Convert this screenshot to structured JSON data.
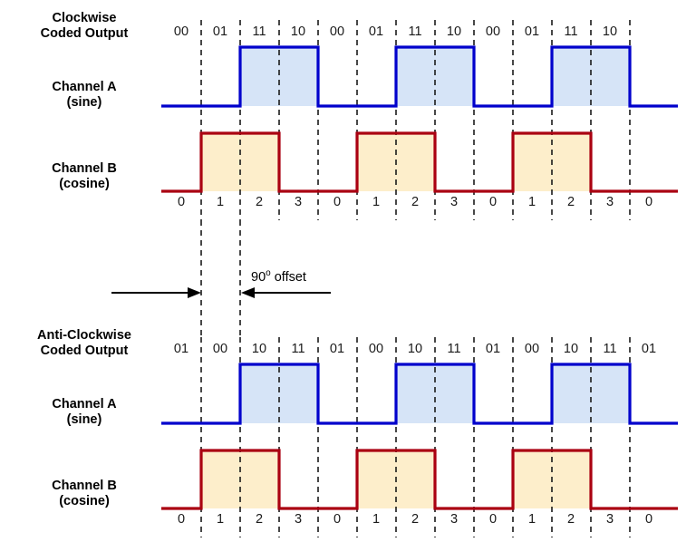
{
  "figure": {
    "title_hidden": "",
    "colors": {
      "channel_a_stroke": "#0000cc",
      "channel_a_fill": "#d6e4f7",
      "channel_b_stroke": "#aa0011",
      "channel_b_fill": "#fdeecb",
      "gridline": "#1a1a1a",
      "text": "#000000",
      "background": "#ffffff"
    }
  },
  "top_section": {
    "heading_line1": "Clockwise",
    "heading_line2": "Coded Output",
    "channel_a_line1": "Channel A",
    "channel_a_line2": "(sine)",
    "channel_b_line1": "Channel B",
    "channel_b_line2": "(cosine)",
    "codes": [
      "00",
      "01",
      "11",
      "10",
      "00",
      "01",
      "11",
      "10",
      "00",
      "01",
      "11",
      "10"
    ],
    "ticks": [
      "0",
      "1",
      "2",
      "3",
      "0",
      "1",
      "2",
      "3",
      "0",
      "1",
      "2",
      "3",
      "0"
    ]
  },
  "annotation": {
    "offset_value": "90",
    "offset_degree": "o",
    "offset_text": " offset",
    "left_arrow_name": "right-pointing-arrow",
    "right_arrow_name": "left-pointing-arrow"
  },
  "bottom_section": {
    "heading_line1": "Anti-Clockwise",
    "heading_line2": "Coded Output",
    "channel_a_line1": "Channel A",
    "channel_a_line2": "(sine)",
    "channel_b_line1": "Channel B",
    "channel_b_line2": "(cosine)",
    "codes": [
      "01",
      "00",
      "10",
      "11",
      "01",
      "00",
      "10",
      "11",
      "01",
      "00",
      "10",
      "11",
      "01"
    ],
    "ticks": [
      "0",
      "1",
      "2",
      "3",
      "0",
      "1",
      "2",
      "3",
      "0",
      "1",
      "2",
      "3",
      "0"
    ]
  },
  "chart_data": {
    "type": "line",
    "title": "Quadrature encoder Channel A / Channel B timing diagram",
    "xlabel": "",
    "ylabel": "",
    "grid": true,
    "legend_position": "left-row-labels",
    "gridline_x_positions": [
      222,
      265,
      308,
      351,
      394,
      437,
      480,
      523,
      566,
      609,
      652,
      695
    ],
    "trace_start_x": 178,
    "trace_end_x": 748,
    "quarter_width": 43,
    "panels": [
      {
        "name": "Clockwise",
        "code_sequence": [
          "00",
          "01",
          "11",
          "10"
        ],
        "quarter_labels": [
          "0",
          "1",
          "2",
          "3"
        ],
        "series": [
          {
            "name": "Channel A (sine)",
            "color": "#0000cc",
            "fill": "#d6e4f7",
            "type": "square",
            "duty": 0.5,
            "phase_quarters": 2,
            "levels": [
              0,
              0,
              1,
              1,
              0,
              0,
              1,
              1,
              0,
              0,
              1,
              1,
              0
            ],
            "baseline_y": 117,
            "high_y": 52
          },
          {
            "name": "Channel B (cosine)",
            "color": "#aa0011",
            "fill": "#fdeecb",
            "type": "square",
            "duty": 0.5,
            "phase_quarters": 1,
            "levels": [
              0,
              1,
              1,
              0,
              0,
              1,
              1,
              0,
              0,
              1,
              1,
              0,
              0
            ],
            "baseline_y": 211,
            "high_y": 147
          }
        ]
      },
      {
        "name": "Anti-Clockwise",
        "code_sequence": [
          "01",
          "00",
          "10",
          "11"
        ],
        "quarter_labels": [
          "0",
          "1",
          "2",
          "3"
        ],
        "series": [
          {
            "name": "Channel A (sine)",
            "color": "#0000cc",
            "fill": "#d6e4f7",
            "type": "square",
            "duty": 0.5,
            "phase_quarters": 2,
            "levels": [
              0,
              0,
              1,
              1,
              0,
              0,
              1,
              1,
              0,
              0,
              1,
              1,
              0
            ],
            "baseline_y": 467,
            "high_y": 402
          },
          {
            "name": "Channel B (cosine)",
            "color": "#aa0011",
            "fill": "#fdeecb",
            "type": "square",
            "duty": 0.5,
            "phase_quarters": 1,
            "levels": [
              0,
              1,
              1,
              0,
              0,
              1,
              1,
              0,
              0,
              1,
              1,
              0,
              0
            ],
            "baseline_y": 561,
            "high_y": 497
          }
        ]
      }
    ],
    "annotations": [
      {
        "text": "90o offset",
        "x": 275,
        "y": 305,
        "type": "phase-offset-label"
      },
      {
        "type": "arrow",
        "from_x": 123,
        "to_x": 220,
        "y": 323,
        "direction": "right"
      },
      {
        "type": "arrow",
        "from_x": 365,
        "to_x": 268,
        "y": 323,
        "direction": "left"
      }
    ]
  }
}
